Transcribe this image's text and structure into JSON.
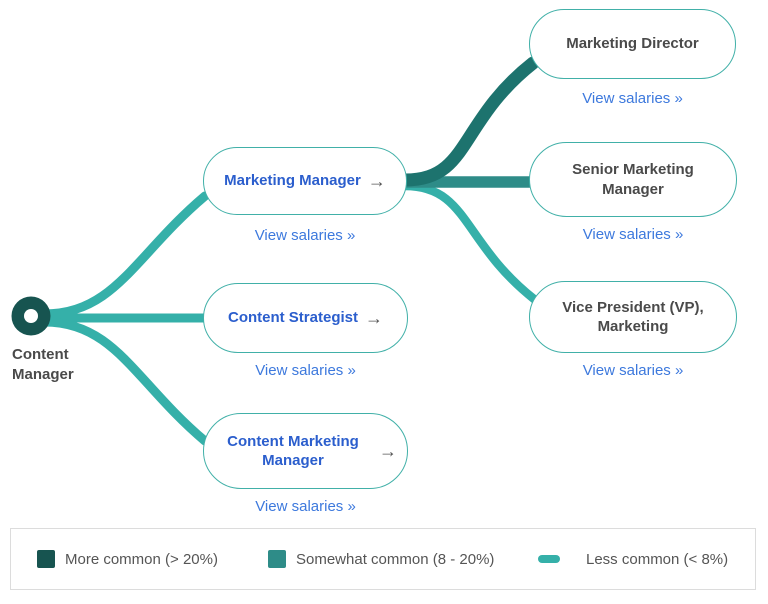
{
  "diagram": {
    "root_label": "Content Manager",
    "arrow_glyph": "→",
    "nodes": [
      {
        "label": "Marketing Manager",
        "link": "View salaries »"
      },
      {
        "label": "Content Strategist",
        "link": "View salaries »"
      },
      {
        "label": "Content Marketing Manager",
        "link": "View salaries »"
      },
      {
        "label": "Marketing Director",
        "link": "View salaries »"
      },
      {
        "label": "Senior Marketing Manager",
        "link": "View salaries »"
      },
      {
        "label": "Vice President (VP), Marketing",
        "link": "View salaries »"
      }
    ]
  },
  "legend": {
    "items": [
      {
        "label": "More common (> 20%)",
        "color": "#175450",
        "shape": "square"
      },
      {
        "label": "Somewhat common (8 - 20%)",
        "color": "#2e8c88",
        "shape": "square"
      },
      {
        "label": "Less common (< 8%)",
        "color": "#35b0a9",
        "shape": "bar"
      }
    ]
  },
  "colors": {
    "branch_more": "#1d736e",
    "branch_somewhat": "#2e8c88",
    "branch_less": "#35b0a9",
    "root_dot": "#175450",
    "pill_border": "#41b0a8",
    "title_blue": "#2b5ecd",
    "link_blue": "#3d79dd",
    "text_dark": "#4a4a4a"
  }
}
